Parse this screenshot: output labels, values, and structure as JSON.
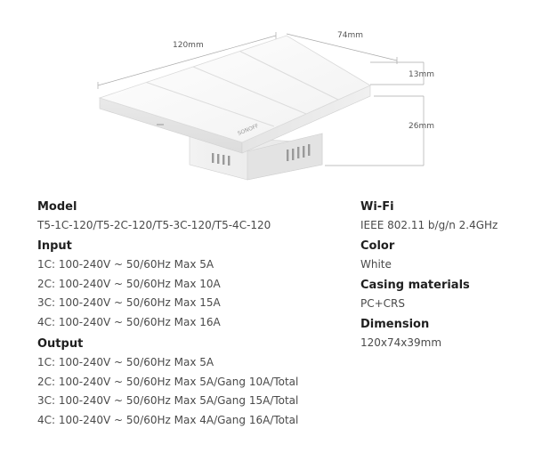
{
  "dimensions": {
    "width": "120mm",
    "depth": "74mm",
    "panel_height": "13mm",
    "box_height": "26mm"
  },
  "product": {
    "brand_mark": "SONOFF"
  },
  "specs_left": {
    "model": {
      "heading": "Model",
      "value": "T5-1C-120/T5-2C-120/T5-3C-120/T5-4C-120"
    },
    "input": {
      "heading": "Input",
      "rows": [
        "1C: 100-240V ~ 50/60Hz  Max 5A",
        "2C: 100-240V ~ 50/60Hz  Max 10A",
        "3C: 100-240V ~ 50/60Hz  Max 15A",
        "4C: 100-240V ~ 50/60Hz  Max 16A"
      ]
    },
    "output": {
      "heading": "Output",
      "rows": [
        "1C: 100-240V ~ 50/60Hz  Max 5A",
        "2C: 100-240V ~ 50/60Hz  Max 5A/Gang 10A/Total",
        "3C: 100-240V ~ 50/60Hz  Max 5A/Gang 15A/Total",
        "4C: 100-240V ~ 50/60Hz  Max 4A/Gang 16A/Total"
      ]
    }
  },
  "specs_right": [
    {
      "heading": "Wi-Fi",
      "value": "IEEE 802.11 b/g/n 2.4GHz"
    },
    {
      "heading": "Color",
      "value": "White"
    },
    {
      "heading": "Casing materials",
      "value": "PC+CRS"
    },
    {
      "heading": "Dimension",
      "value": "120x74x39mm"
    }
  ]
}
